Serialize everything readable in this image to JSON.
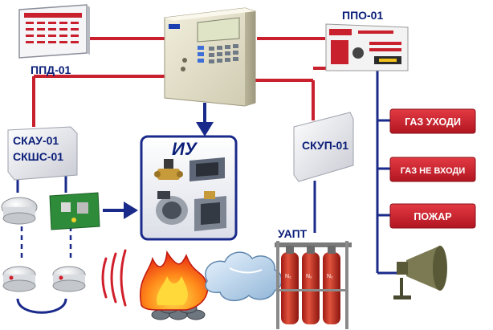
{
  "labels": {
    "ppd": "ППД-01",
    "ppo": "ППО-01",
    "skau": "СКАУ-01",
    "skshs": "СКШС-01",
    "skup": "СКУП-01",
    "iu": "ИУ",
    "uapt": "УАПТ"
  },
  "signals": [
    {
      "key": "gas_leave",
      "label": "ГАЗ УХОДИ"
    },
    {
      "key": "gas_no_enter",
      "label": "ГАЗ НЕ ВХОДИ"
    },
    {
      "key": "fire",
      "label": "ПОЖАР"
    }
  ],
  "colors": {
    "wire_red": "#c8202c",
    "wire_blue": "#1a2a8a",
    "signal_red": "#d01f2b",
    "label_blue": "#0a1e78"
  },
  "icons": [
    "fire-panel-icon",
    "ppd-panel-icon",
    "ppo-panel-icon",
    "smoke-detector-icon",
    "heat-detector-icon",
    "sensor-board-icon",
    "valve-icon",
    "damper-icon",
    "gas-cylinder-icon",
    "loudspeaker-icon",
    "flame-icon",
    "gas-cloud-icon"
  ]
}
